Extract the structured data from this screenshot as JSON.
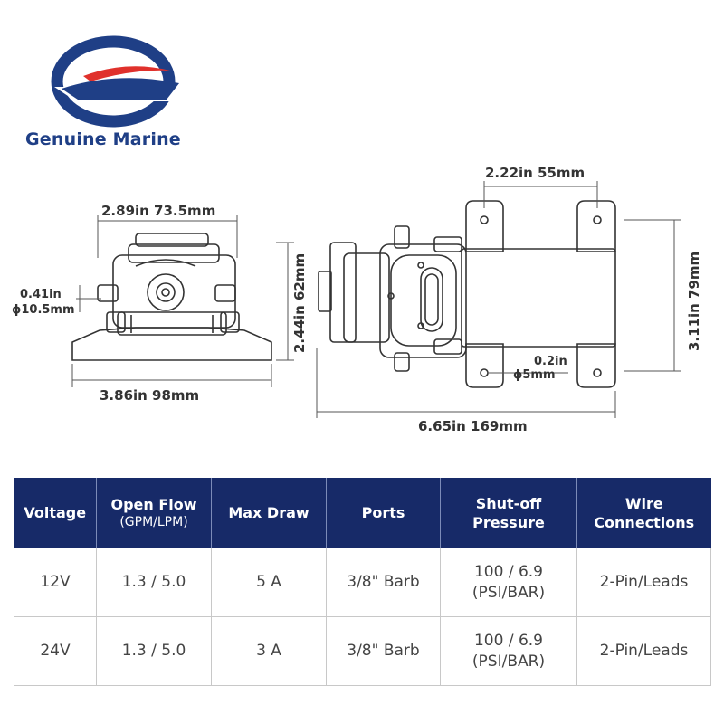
{
  "brand": {
    "name": "Genuine Marine",
    "colors": {
      "navy": "#1f3f86",
      "red": "#e0312c",
      "header": "#172a68"
    }
  },
  "dimensions": {
    "front_width": "2.89in 73.5mm",
    "port_diameter_in": "0.41in",
    "port_diameter_mm": "ϕ10.5mm",
    "front_height": "2.44in 62mm",
    "base_width": "3.86in 98mm",
    "mount_spacing": "2.22in 55mm",
    "side_height": "3.11in 79mm",
    "hole_diameter_in": "0.2in",
    "hole_diameter_mm": "ϕ5mm",
    "overall_length": "6.65in 169mm"
  },
  "specs": {
    "headers": [
      {
        "title": "Voltage",
        "sub": ""
      },
      {
        "title": "Open Flow",
        "sub": "(GPM/LPM)"
      },
      {
        "title": "Max Draw",
        "sub": ""
      },
      {
        "title": "Ports",
        "sub": ""
      },
      {
        "title": "Shut-off Pressure",
        "sub": ""
      },
      {
        "title": "Wire Connections",
        "sub": ""
      }
    ],
    "rows": [
      [
        "12V",
        "1.3 / 5.0",
        "5 A",
        "3/8\" Barb",
        "100 / 6.9 (PSI/BAR)",
        "2-Pin/Leads"
      ],
      [
        "24V",
        "1.3 / 5.0",
        "3 A",
        "3/8\" Barb",
        "100 / 6.9 (PSI/BAR)",
        "2-Pin/Leads"
      ]
    ]
  }
}
